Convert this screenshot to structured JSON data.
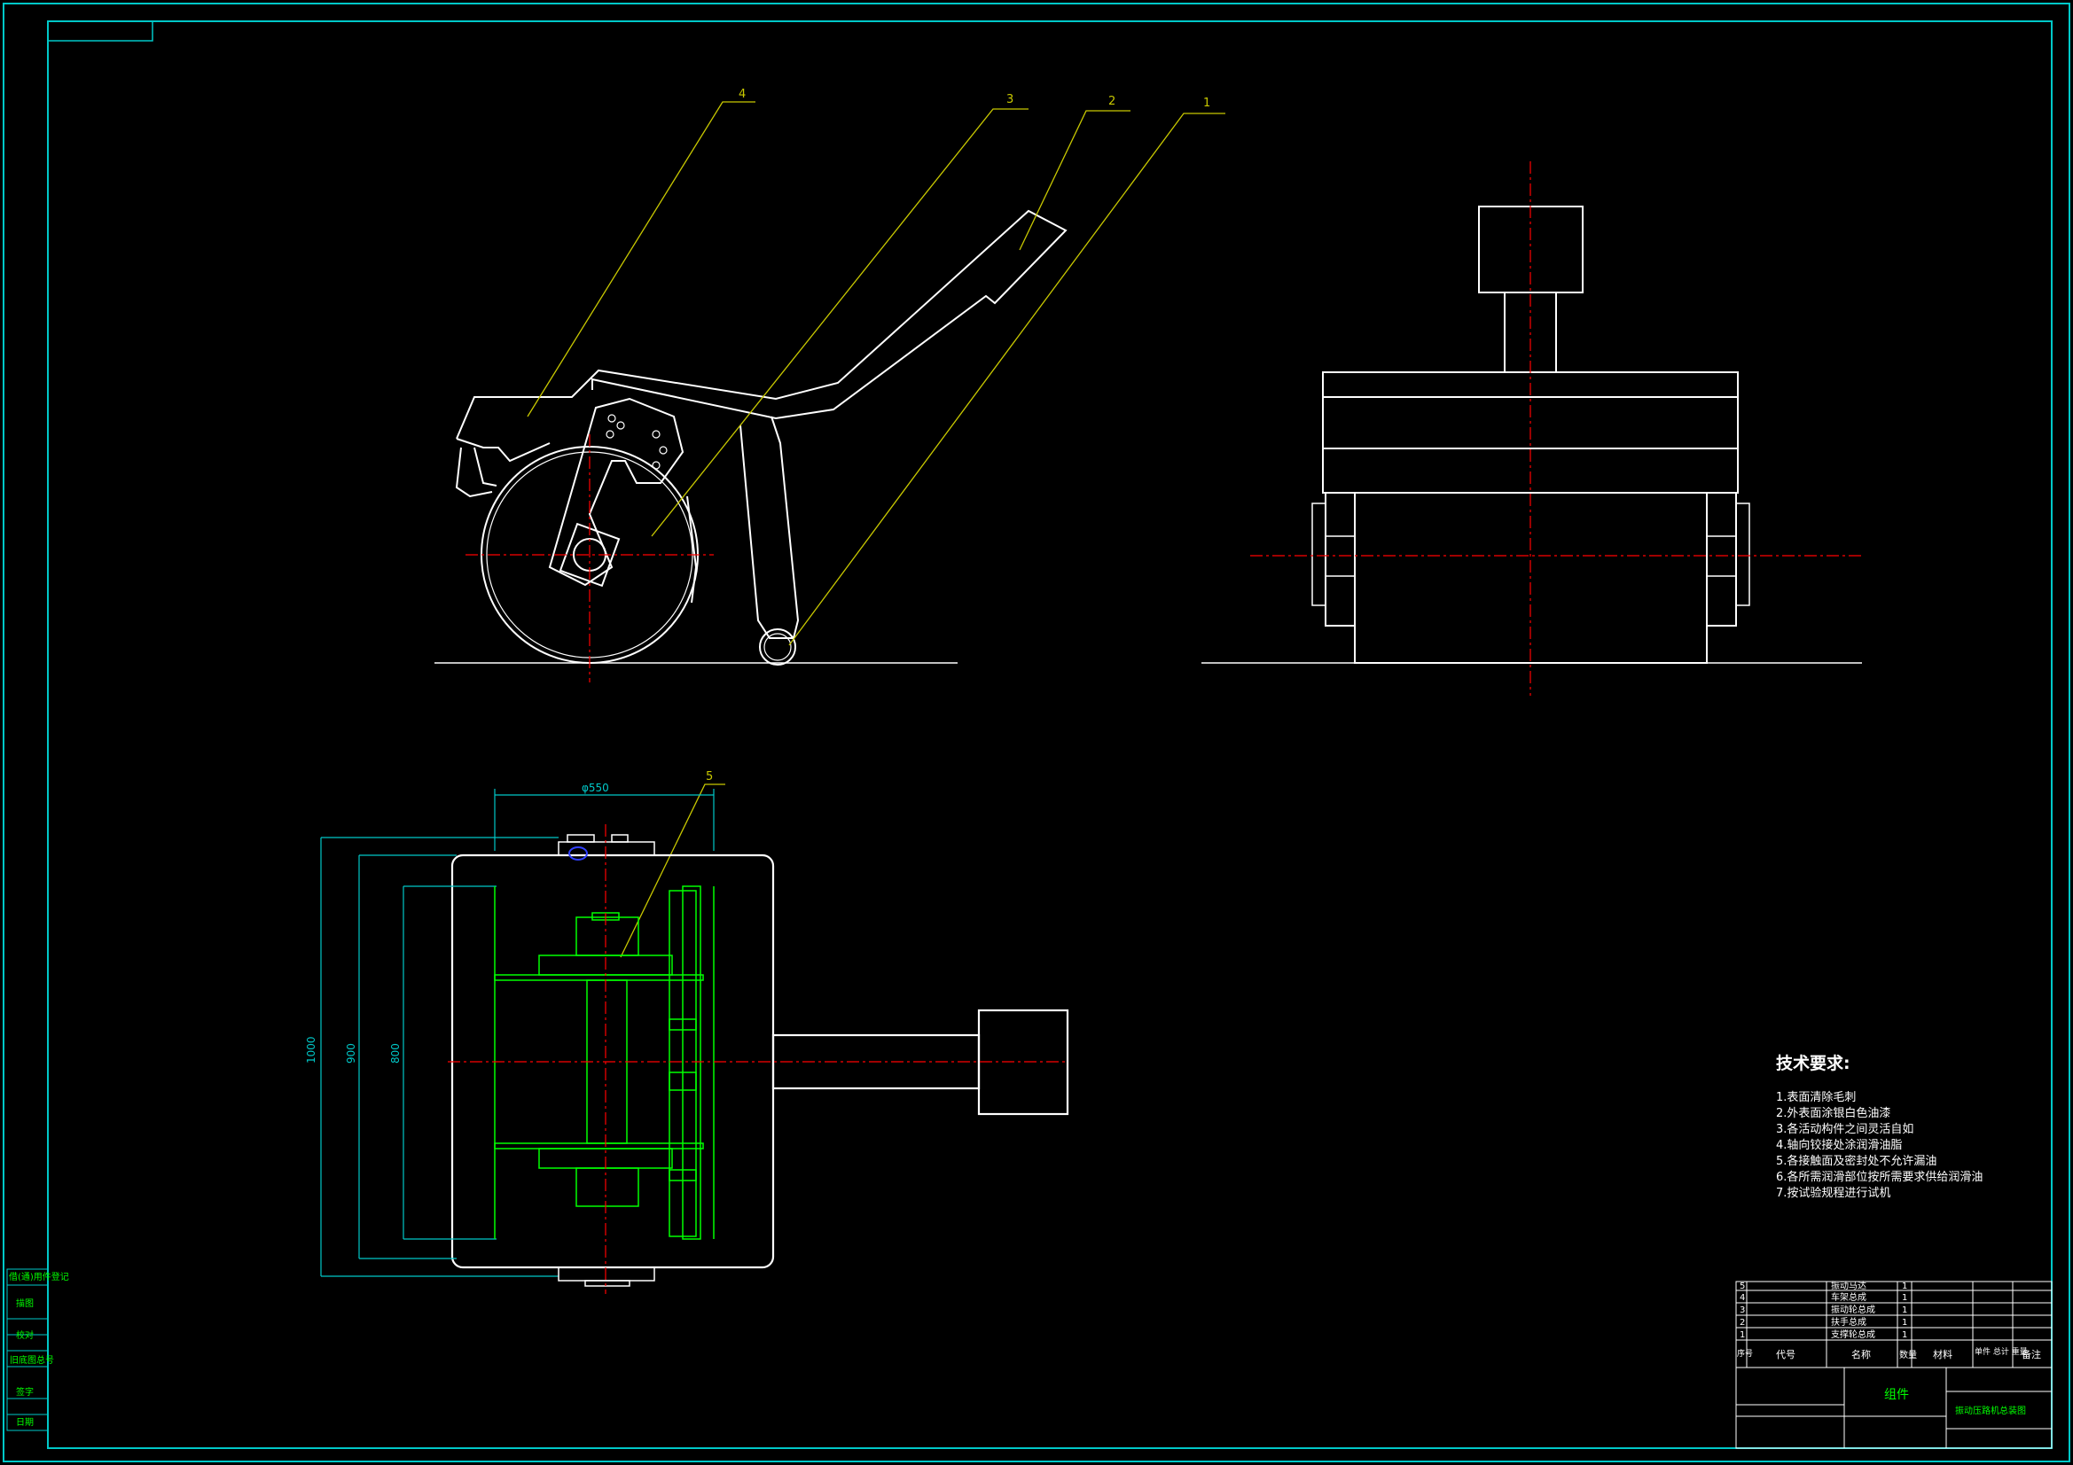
{
  "labels": {
    "part1": "1",
    "part2": "2",
    "part3": "3",
    "part4": "4",
    "part5": "5"
  },
  "dimensions": {
    "diameter": "φ550",
    "height_outer": "1000",
    "height_mid": "900",
    "height_inner": "800"
  },
  "tech_requirements": {
    "title": "技术要求:",
    "items": [
      "1.表面清除毛刺",
      "2.外表面涂银白色油漆",
      "3.各活动构件之间灵活自如",
      "4.轴向铰接处涂润滑油脂",
      "5.各接触面及密封处不允许漏油",
      "6.各所需润滑部位按所需要求供给润滑油",
      "7.按试验规程进行试机"
    ]
  },
  "bom": {
    "rows": [
      {
        "no": "5",
        "name": "振动马达",
        "qty": "1"
      },
      {
        "no": "4",
        "name": "车架总成",
        "qty": "1"
      },
      {
        "no": "3",
        "name": "振动轮总成",
        "qty": "1"
      },
      {
        "no": "2",
        "name": "扶手总成",
        "qty": "1"
      },
      {
        "no": "1",
        "name": "支撑轮总成",
        "qty": "1"
      }
    ],
    "headers": {
      "no": "序号",
      "code": "代号",
      "name": "名称",
      "qty": "数量",
      "material": "材料",
      "weight": "单件 总计 重量",
      "remark": "备注"
    }
  },
  "title_block": {
    "center": "组件",
    "drawing_name": "振动压路机总装图"
  },
  "left_strip": [
    "借(通)用件登记",
    "描图",
    "校对",
    "旧底图总号",
    "签字",
    "日期"
  ],
  "colors": {
    "outline": "#ffffff",
    "border": "#00c8c8",
    "leader": "#c8c800",
    "center_line": "#ff0000",
    "part": "#00ff00",
    "dimension": "#00c8c8"
  }
}
